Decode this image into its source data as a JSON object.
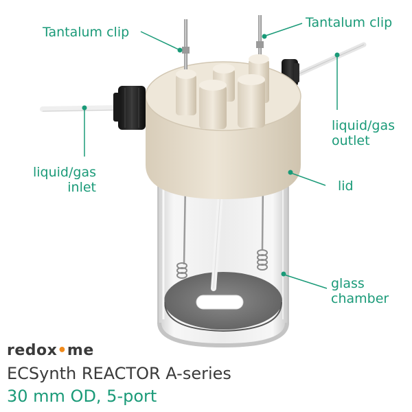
{
  "labels": {
    "clip_left": "Tantalum clip",
    "clip_right": "Tantalum clip",
    "outlet": [
      "liquid/gas",
      "outlet"
    ],
    "inlet": [
      "liquid/gas",
      "inlet"
    ],
    "lid": "lid",
    "chamber": [
      "glass",
      "chamber"
    ]
  },
  "brand": {
    "prefix": "redox",
    "dot": "•",
    "suffix": "me"
  },
  "title": "ECSynth REACTOR A-series",
  "subtitle": "30 mm OD, 5-port",
  "colors": {
    "label_teal": "#1a9a78",
    "lid_cream": "#e8dfcf",
    "knob_black": "#1e1e1e",
    "brand_orange": "#f08a1c",
    "text_dark": "#3a3a3a"
  }
}
